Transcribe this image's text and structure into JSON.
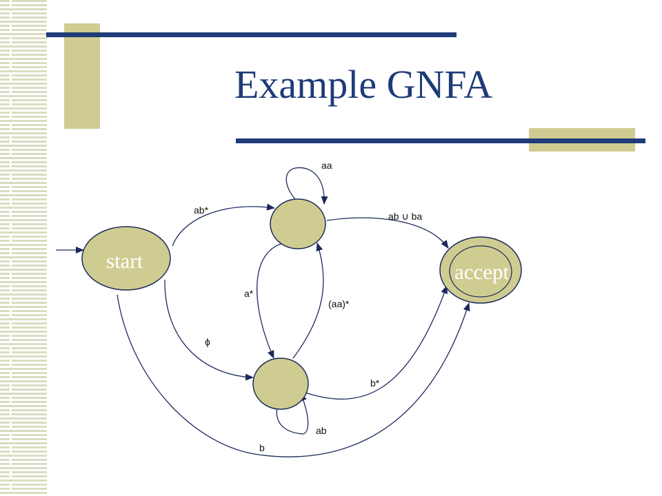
{
  "slide": {
    "title": "Example GNFA",
    "colors": {
      "title": "#1f3b78",
      "state_fill": "#cfcc91",
      "accent_bar": "#1f3b78",
      "tan_block": "#cfcc91"
    }
  },
  "states": {
    "start": {
      "label": "start"
    },
    "q1": {
      "label": ""
    },
    "q2": {
      "label": ""
    },
    "accept": {
      "label": "accept"
    }
  },
  "edges": {
    "q1_self": "aa",
    "start_q1": "ab*",
    "q1_accept": "ab ∪ ba",
    "q1_q2": "a*",
    "q2_q1": "(aa)*",
    "start_q2": "ϕ",
    "q2_accept": "b*",
    "q2_self": "ab",
    "start_accept": "b"
  }
}
